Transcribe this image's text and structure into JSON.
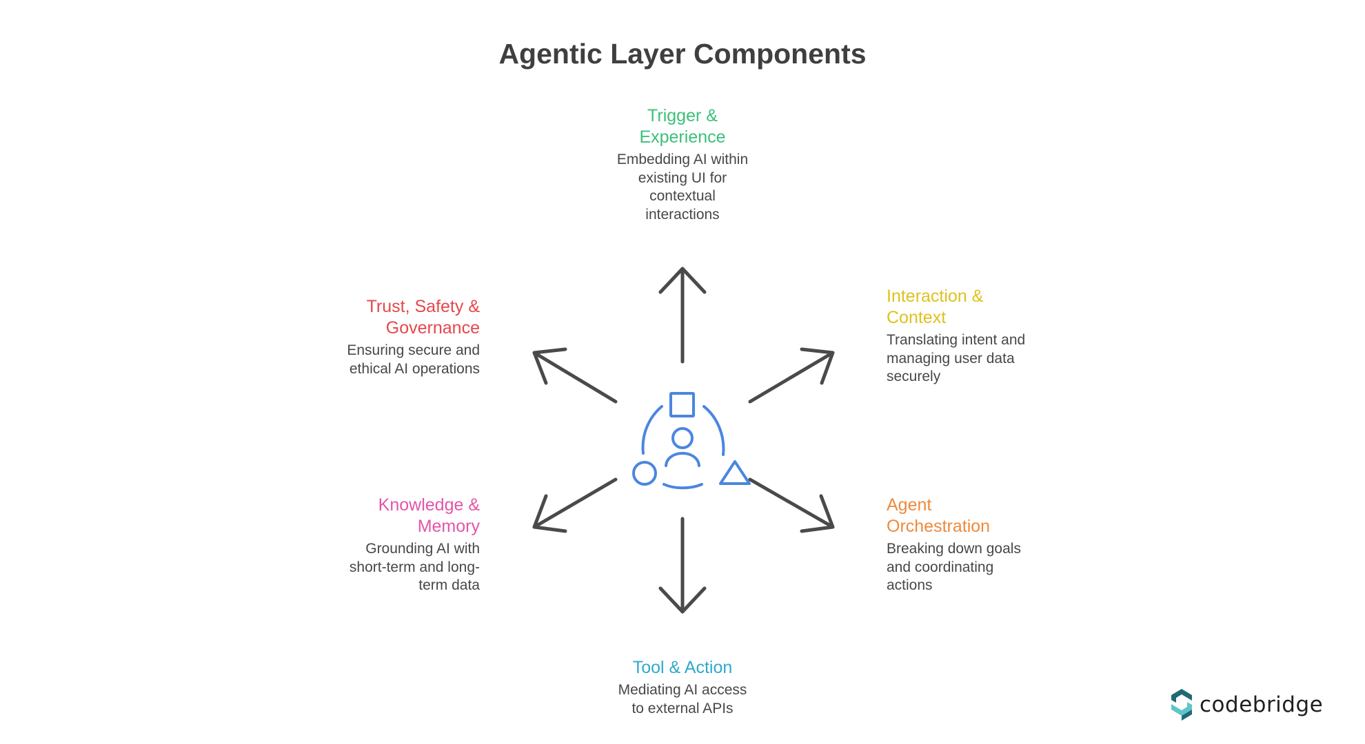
{
  "title": "Agentic Layer Components",
  "nodes": [
    {
      "id": "trigger",
      "title_lines": [
        "Trigger &",
        "Experience"
      ],
      "desc_lines": [
        "Embedding AI within",
        "existing UI for",
        "contextual",
        "interactions"
      ],
      "color": "#3cbf7a"
    },
    {
      "id": "interaction",
      "title_lines": [
        "Interaction &",
        "Context"
      ],
      "desc_lines": [
        "Translating intent and",
        "managing user data",
        "securely"
      ],
      "color": "#dec21f"
    },
    {
      "id": "orchestration",
      "title_lines": [
        "Agent",
        "Orchestration"
      ],
      "desc_lines": [
        "Breaking down goals",
        "and coordinating",
        "actions"
      ],
      "color": "#ee8a3c"
    },
    {
      "id": "tool",
      "title_lines": [
        "Tool & Action"
      ],
      "desc_lines": [
        "Mediating AI access",
        "to external APIs"
      ],
      "color": "#2eaac8"
    },
    {
      "id": "knowledge",
      "title_lines": [
        "Knowledge &",
        "Memory"
      ],
      "desc_lines": [
        "Grounding AI with",
        "short-term and long-",
        "term data"
      ],
      "color": "#e455a8"
    },
    {
      "id": "trust",
      "title_lines": [
        "Trust, Safety &",
        "Governance"
      ],
      "desc_lines": [
        "Ensuring secure and",
        "ethical AI operations"
      ],
      "color": "#e5474d"
    }
  ],
  "colors": {
    "title": "#3f3f3f",
    "arrow": "#4a4a4a",
    "hub": "#4a86e0",
    "logo_dark": "#1f6b73",
    "logo_light": "#5fc5c8"
  },
  "icons": {
    "hub": "people-shapes-icon",
    "logo": "codebridge-logo-icon"
  },
  "logo": {
    "text": "codebridge"
  }
}
